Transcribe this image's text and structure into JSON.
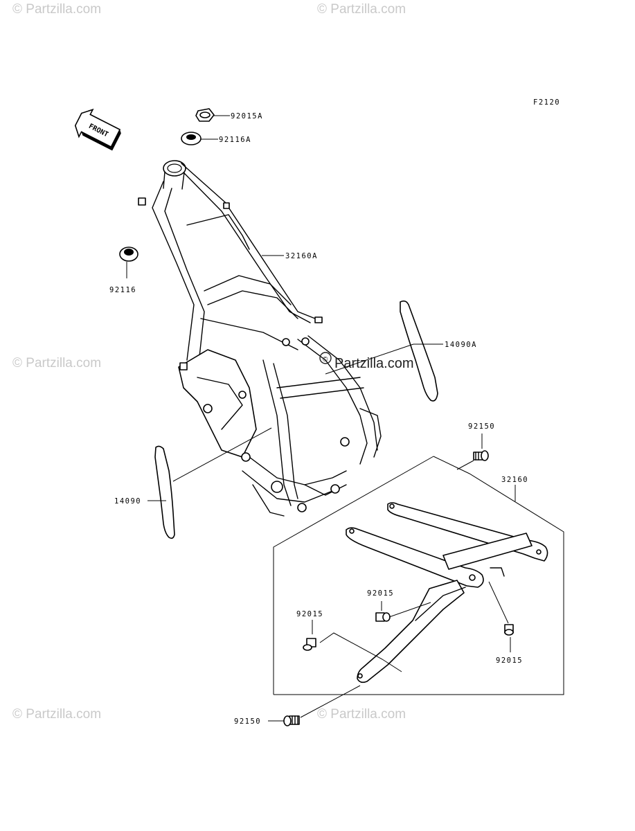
{
  "figure_code": "F2120",
  "front_arrow_text": "FRONT",
  "watermarks": {
    "small": "© Partzilla.com",
    "center": "Partzilla.com"
  },
  "parts": {
    "p92015A": "92015A",
    "p92116A": "92116A",
    "p32160A": "32160A",
    "p92116": "92116",
    "p14090A": "14090A",
    "p14090": "14090",
    "p92150_top": "92150",
    "p32160": "32160",
    "p92015_mid": "92015",
    "p92015_left": "92015",
    "p92015_right": "92015",
    "p92150_bottom": "92150"
  }
}
